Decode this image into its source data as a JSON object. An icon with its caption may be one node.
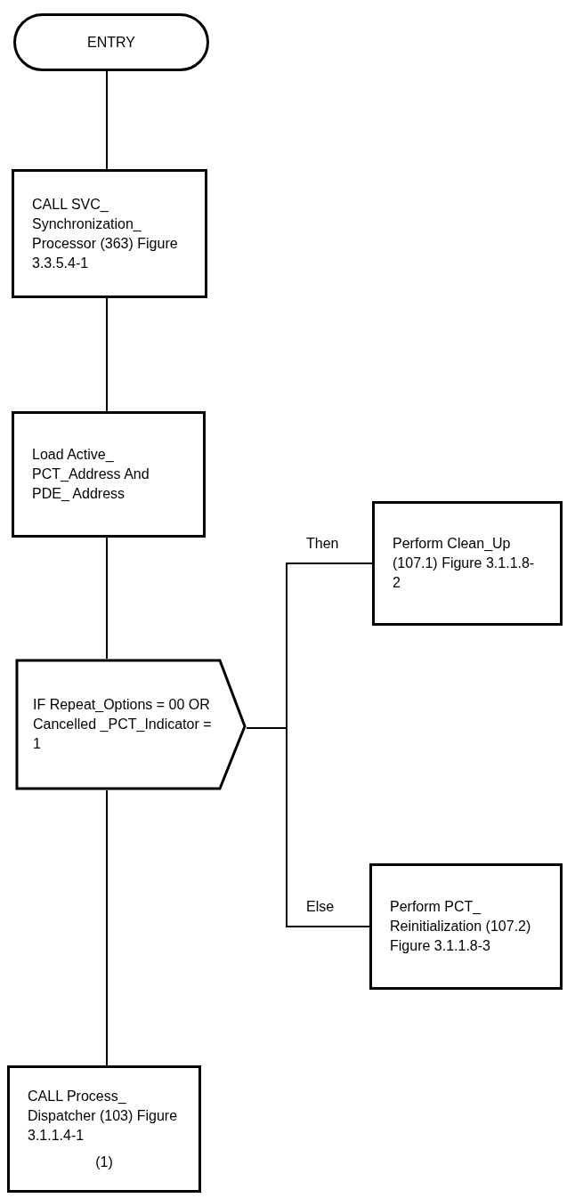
{
  "diagram": {
    "nodes": [
      {
        "text": [
          "ENTRY"
        ]
      },
      {
        "text": [
          "CALL SVC_ Synchronization_ Processor (363) Figure 3.3.5.4-1"
        ]
      },
      {
        "text": [
          "Load Active_ PCT_Address And PDE_ Address"
        ]
      },
      {
        "text": [
          "IF Repeat_Options = 00 OR Cancelled _PCT_Indicator = 1"
        ]
      },
      {
        "text": [
          "Perform Clean_Up (107.1) Figure 3.1.1.8-2"
        ]
      },
      {
        "text": [
          "Perform PCT_ Reinitialization (107.2) Figure 3.1.1.8-3"
        ]
      },
      {
        "text": [
          "CALL Process_ Dispatcher (103) Figure 3.1.1.4-1",
          "(1)"
        ]
      }
    ],
    "edges": [
      {
        "from": 0,
        "to": 1,
        "arrow": "none"
      },
      {
        "from": 1,
        "to": 2,
        "arrow": "none"
      },
      {
        "from": 2,
        "to": 3,
        "arrow": "none"
      },
      {
        "from": 3,
        "to": 4,
        "arrow": "none",
        "label": "Then"
      },
      {
        "from": 3,
        "to": 5,
        "arrow": "none",
        "label": "Else"
      },
      {
        "from": 3,
        "to": 6,
        "arrow": "none"
      }
    ]
  }
}
